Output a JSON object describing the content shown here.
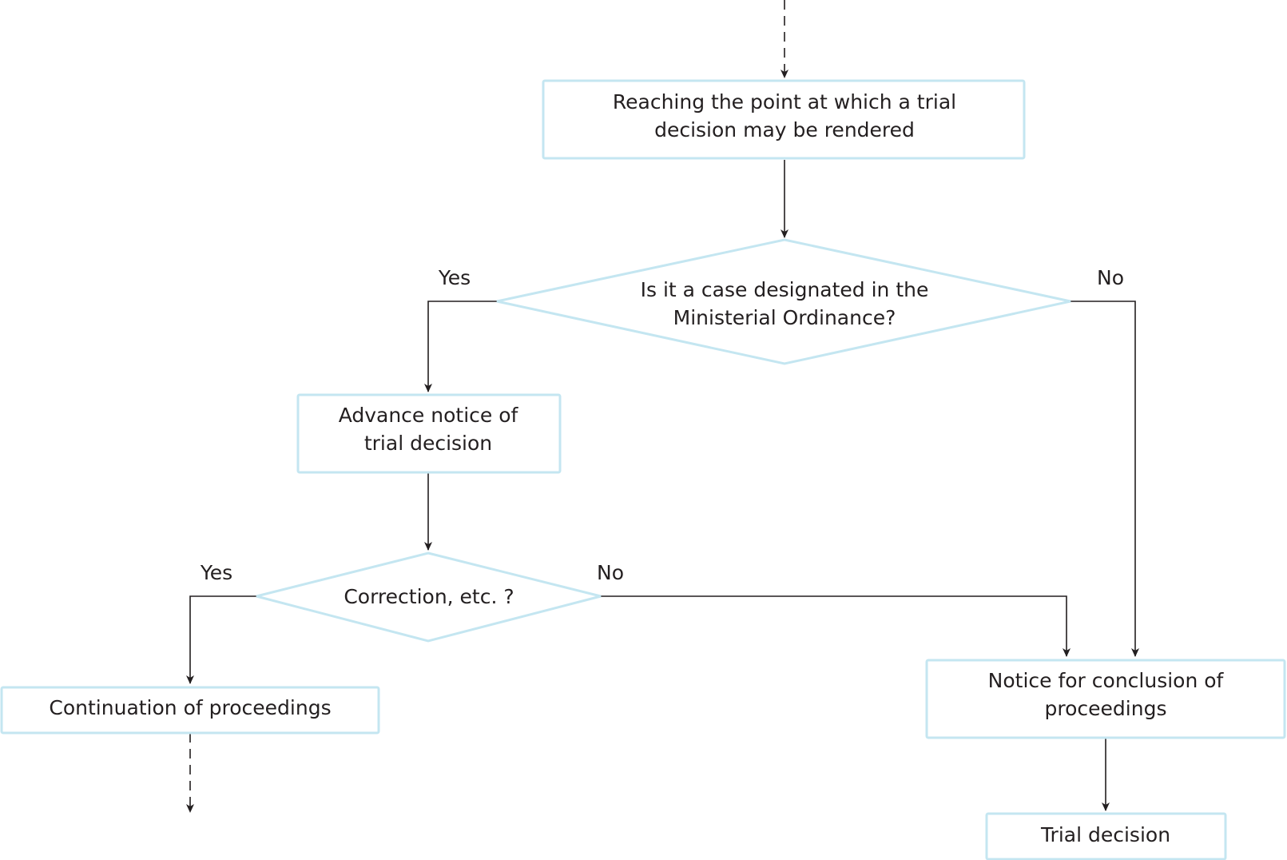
{
  "colors": {
    "node_border": "#c4e6f1",
    "line": "#231f20",
    "text": "#231f20",
    "background": "#ffffff"
  },
  "nodes": {
    "reaching_point": {
      "line1": "Reaching the point at which a trial",
      "line2": "decision may be rendered"
    },
    "designated_case_decision": {
      "line1": "Is it a case designated in the",
      "line2": "Ministerial Ordinance?"
    },
    "advance_notice": {
      "line1": "Advance notice of",
      "line2": "trial decision"
    },
    "correction_decision": {
      "line1": "Correction, etc. ?"
    },
    "continuation": {
      "line1": "Continuation of proceedings"
    },
    "notice_conclusion": {
      "line1": "Notice for conclusion of",
      "line2": "proceedings"
    },
    "trial_decision": {
      "line1": "Trial decision"
    }
  },
  "edge_labels": {
    "designated_yes": "Yes",
    "designated_no": "No",
    "correction_yes": "Yes",
    "correction_no": "No"
  }
}
